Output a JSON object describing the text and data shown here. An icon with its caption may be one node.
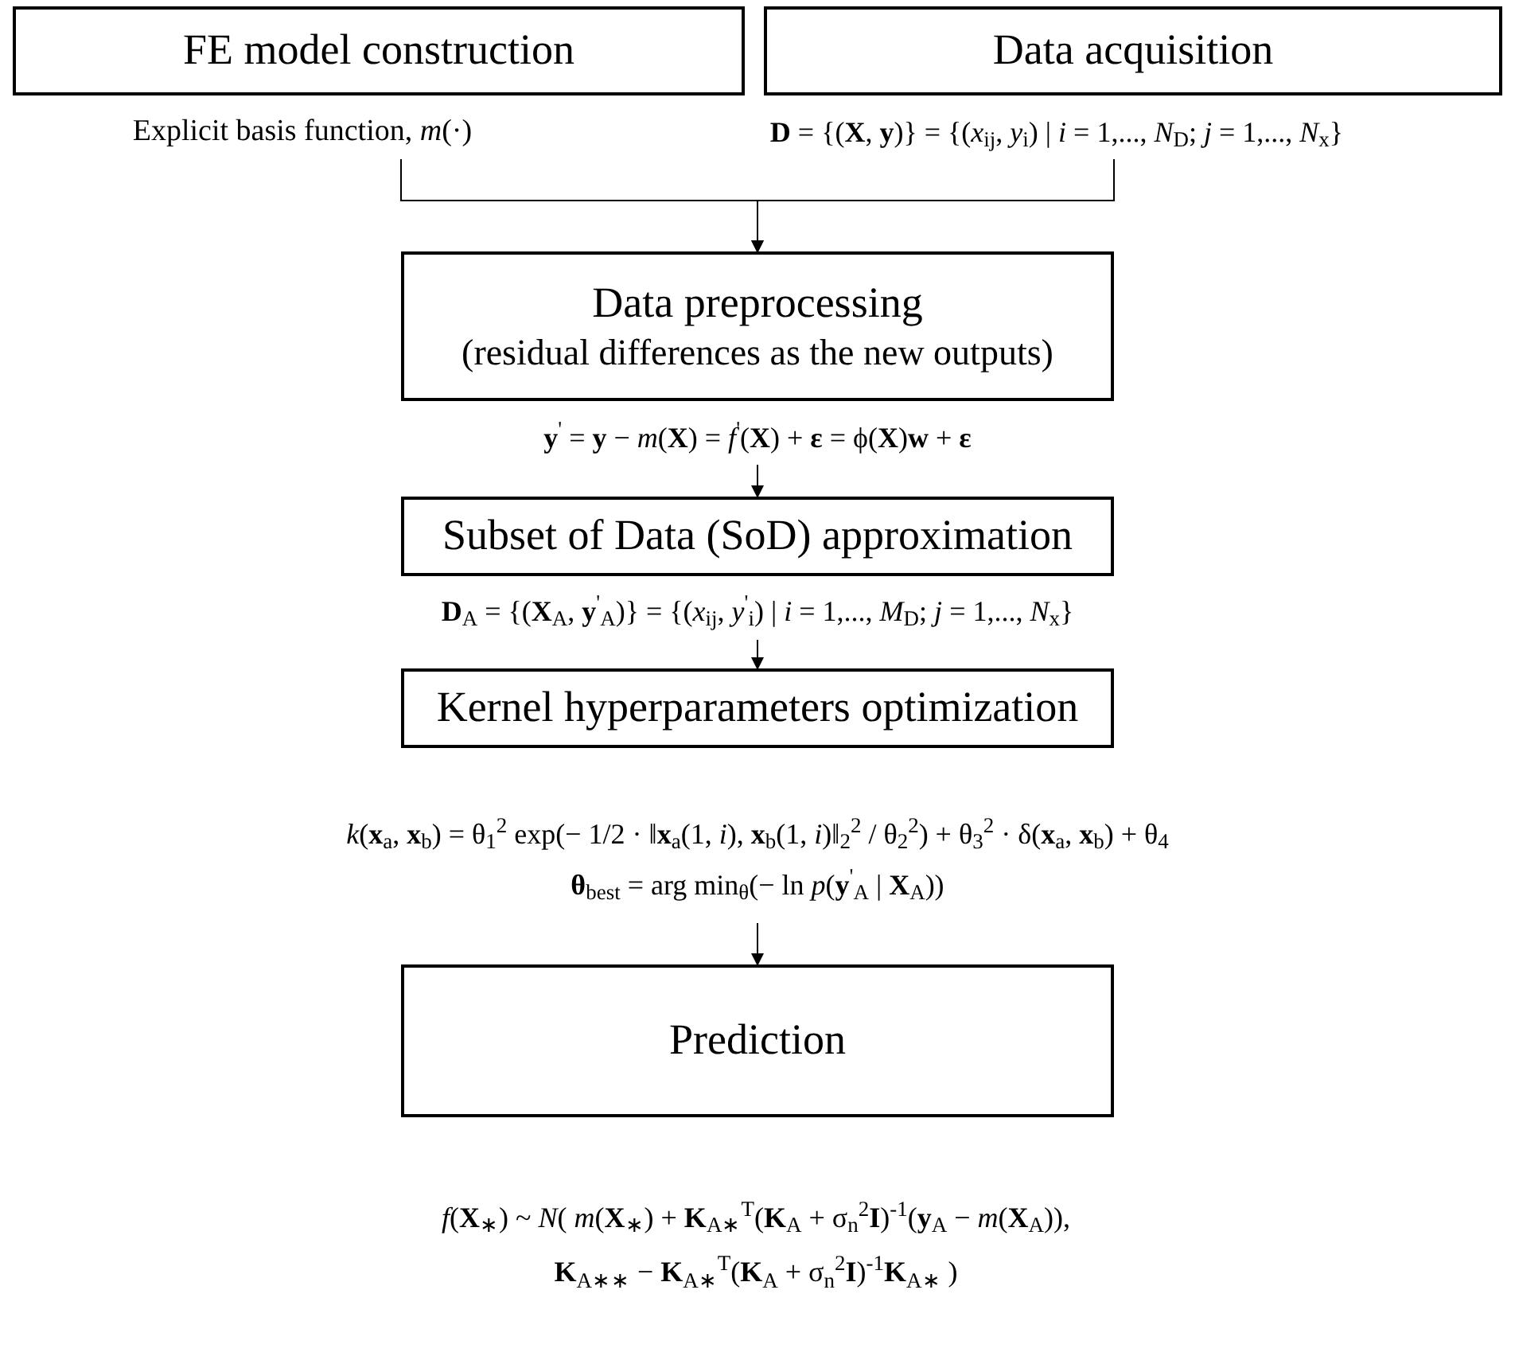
{
  "diagram": {
    "nodes": [
      {
        "text": [
          "FE model construction"
        ]
      },
      {
        "text": [
          "Data acquisition"
        ]
      },
      {
        "text": [
          "Explicit basis function, *m*(·)"
        ]
      },
      {
        "text": [
          "**D** = {(**X**, **y**)} = {(*x*$_{ij}$, *y*$_{i}$) | *i* = 1,..., *N*$_{D}$; *j* = 1,..., *N*$_{x}$}"
        ]
      },
      {
        "text": [
          "Data preprocessing",
          "(residual differences as the new outputs)"
        ]
      },
      {
        "text": [
          "**y**$^{'}$ = **y** − *m*(**X**) = *f*$^{'}$(**X**) + **ε** = ϕ(**X**)**w** + **ε**"
        ]
      },
      {
        "text": [
          "Subset of Data (SoD) approximation"
        ]
      },
      {
        "text": [
          "**D**$_{A}$ = {(**X**$_{A}$, **y**$^{'}$$_{A}$)} = {(*x*$_{ij}$, *y*$^{'}$$_{i}$) | *i* = 1,..., *M*$_{D}$; *j* = 1,..., *N*$_{x}$}"
        ]
      },
      {
        "text": [
          "Kernel hyperparameters optimization"
        ]
      },
      {
        "text": [
          "*k*(**x**$_{a}$, **x**$_{b}$) = θ$_{1}$$^{2}$ exp(− 1/2 · ‖**x**$_{a}$(1, *i*), **x**$_{b}$(1, *i*)‖$_{2}$$^{2}$ / θ$_{2}$$^{2}$) + θ$_{3}$$^{2}$ · δ(**x**$_{a}$, **x**$_{b}$) + θ$_{4}$",
          "**θ**$_{best}$ = arg min$_{θ}$(− ln *p*(**y**$^{'}$$_{A}$ | **X**$_{A}$))"
        ]
      },
      {
        "text": [
          "Prediction"
        ]
      }
    ],
    "edges": [
      {
        "from": 2,
        "to": 4,
        "arrow": "to"
      },
      {
        "from": 3,
        "to": 4,
        "arrow": "to"
      },
      {
        "from": 5,
        "to": 6,
        "arrow": "to"
      },
      {
        "from": 7,
        "to": 8,
        "arrow": "to"
      },
      {
        "from": 9,
        "to": 10,
        "arrow": "to"
      }
    ],
    "labels": [
      "*f*(**X**$_{∗}$) ~ *N*( *m*(**X**$_{∗}$) + **K**$_{A∗}$$^{T}$(**K**$_{A}$ + σ$_{n}$$^{2}$**I**)$^{-1}$(**y**$_{A}$ − *m*(**X**$_{A}$)),",
      "**K**$_{A∗∗}$ − **K**$_{A∗}$$^{T}$(**K**$_{A}$ + σ$_{n}$$^{2}$**I**)$^{-1}$**K**$_{A∗}$ )"
    ]
  }
}
